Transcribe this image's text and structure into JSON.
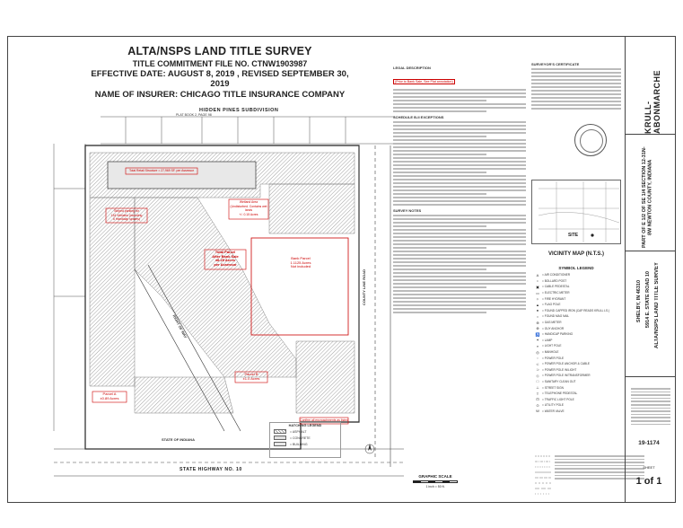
{
  "header": {
    "title": "ALTA/NSPS LAND TITLE SURVEY",
    "commitment": "TITLE COMMITMENT FILE NO. CTNW1903987",
    "effective": "EFFECTIVE DATE: AUGUST 8, 2019 , REVISED SEPTEMBER 30, 2019",
    "insurer": "NAME OF INSURER: CHICAGO TITLE INSURANCE COMPANY"
  },
  "map": {
    "subdivision_label": "HIDDEN PINES SUBDIVISION",
    "plat_book": "PLAT BOOK 2, PAGE 98",
    "highway_label": "STATE HIGHWAY NO. 10",
    "state_of_indiana": "STATE OF INDIANA",
    "county_line_road": "COUNTY LINE ROAD",
    "rr_label": "RIGHT OF WAY",
    "total_parcel": "Total Parcel\nAfter Bank Sale\n±8.25 Acres\nper Assessor",
    "bank_parcel": "Bank Parcel\n1.1125 Acres\nNot included",
    "parcel_a": "Parcel A\n±0.89 Acres",
    "parcel_b": "Parcel B\n±1.0 Acres",
    "wetland": "Wetland Area\n(Undisturbed. Contains wet lands\n+/- 0.15 Acres",
    "parking_note": "Striped parking for\n134 Vehicles (including\n6 Handicap spaces)",
    "building_note": "Total Retail Structure = 27,969 SF. per Assessor",
    "confirm_note": "Confirm all encroachments as listed"
  },
  "notes": {
    "legal_head": "LEGAL DESCRIPTION",
    "prior_note": "(Prior to Bank Sale, See Plat annotation)",
    "schedule_head": "SCHEDULE B-II EXCEPTIONS",
    "survey_notes_head": "SURVEY NOTES",
    "cert_head": "SURVEYOR'S CERTIFICATE"
  },
  "vicinity": {
    "title": "VICINITY MAP (N.T.S.)",
    "site_label": "SITE"
  },
  "legend": {
    "title": "SYMBOL LEGEND",
    "items": [
      {
        "sym": "A",
        "label": "= AIR CONDITIONER"
      },
      {
        "sym": "•",
        "label": "= BOLLARD POST"
      },
      {
        "sym": "▣",
        "label": "= CABLE PEDESTAL"
      },
      {
        "sym": "▭",
        "label": "= ELECTRIC METER"
      },
      {
        "sym": "☼",
        "label": "= FIRE HYDRANT"
      },
      {
        "sym": "▲",
        "label": "= FLAG POLE"
      },
      {
        "sym": "●",
        "label": "= FOUND CAPPED IRON (CAP READS KRULL LS.)"
      },
      {
        "sym": "○",
        "label": "= FOUND MAG NAIL"
      },
      {
        "sym": "⊕",
        "label": "= GAS METER"
      },
      {
        "sym": "⊗",
        "label": "= GUY ANCHOR"
      },
      {
        "sym": "♿",
        "label": "= HANDICAP PARKING"
      },
      {
        "sym": "✶",
        "label": "= LAMP"
      },
      {
        "sym": "¤",
        "label": "= LIGHT POLE"
      },
      {
        "sym": "◎",
        "label": "= MANHOLE"
      },
      {
        "sym": "◌",
        "label": "= POWER POLE"
      },
      {
        "sym": "⊂",
        "label": "= POWER POLE ANCHOR & CABLE"
      },
      {
        "sym": "⊃",
        "label": "= POWER POLE W/LIGHT"
      },
      {
        "sym": "◇",
        "label": "= POWER POLE W/TRANSFORMER"
      },
      {
        "sym": "□",
        "label": "= SANITARY CLEAN OUT"
      },
      {
        "sym": "⊥",
        "label": "= STREET SIGN"
      },
      {
        "sym": "T",
        "label": "= TELEPHONE PEDESTAL"
      },
      {
        "sym": "⊡",
        "label": "= TRAFFIC LIGHT POLE"
      },
      {
        "sym": "⊙",
        "label": "= UTILITY POLE"
      },
      {
        "sym": "W",
        "label": "= WATER VALVE"
      }
    ]
  },
  "hatch_legend": {
    "title": "HATCHING LEGEND",
    "items": [
      "= ASPHALT",
      "= CONCRETE",
      "= BUILDING"
    ]
  },
  "scale": {
    "title": "GRAPHIC SCALE",
    "text": "1 inch = 50 ft."
  },
  "title_block": {
    "firm": "KRULL-ABONMARCHE",
    "project": "ALTA/NSPS LAND TITLE SURVEY",
    "address": "5914 E. STATE ROAD 10",
    "city": "SHELBY, IN 46310",
    "location": "PART OF E 1/2 OF SE 1/4 SECTION 12-31N-8W NEWTON COUNTY, INDIANA",
    "job_no": "19-1174",
    "sheet_label": "SHEET",
    "sheet": "1 of 1"
  },
  "colors": {
    "red": "#cc0000",
    "line": "#333333",
    "hatch": "#9a9a9a"
  }
}
